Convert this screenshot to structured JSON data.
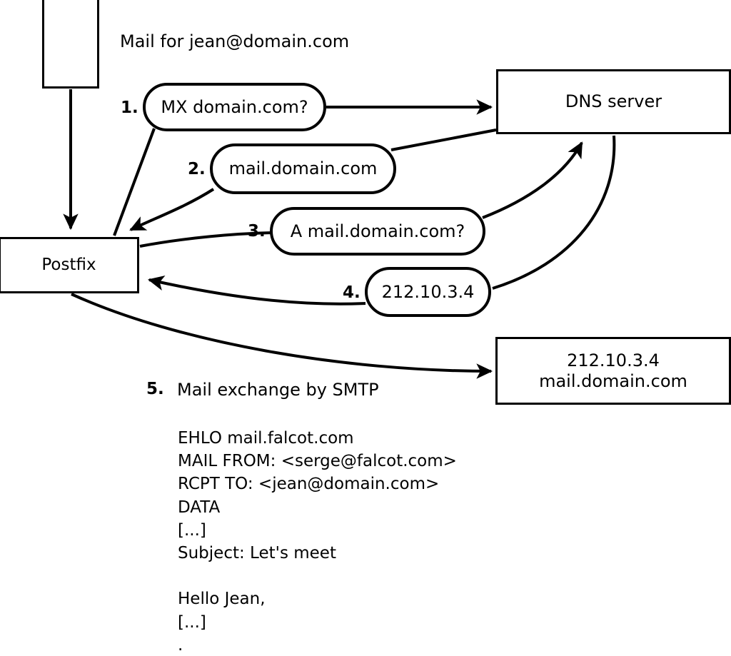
{
  "diagram": {
    "title_text": "Mail for jean@domain.com",
    "nodes": {
      "mail_source": {
        "label": ""
      },
      "postfix": {
        "label": "Postfix"
      },
      "dns_server": {
        "label": "DNS server"
      },
      "remote_mail_server": {
        "label": "212.10.3.4\nmail.domain.com"
      }
    },
    "steps": [
      {
        "num": "1.",
        "label": "MX domain.com?"
      },
      {
        "num": "2.",
        "label": "mail.domain.com"
      },
      {
        "num": "3.",
        "label": "A mail.domain.com?"
      },
      {
        "num": "4.",
        "label": "212.10.3.4"
      },
      {
        "num": "5.",
        "label": "Mail exchange by SMTP"
      }
    ],
    "smtp_transcript": "EHLO mail.falcot.com\nMAIL FROM: <serge@falcot.com>\nRCPT TO: <jean@domain.com>\nDATA\n[...]\nSubject: Let's meet\n\nHello Jean,\n[...]\n.",
    "colors": {
      "stroke": "#000000",
      "fill": "#ffffff",
      "text": "#000000"
    }
  }
}
